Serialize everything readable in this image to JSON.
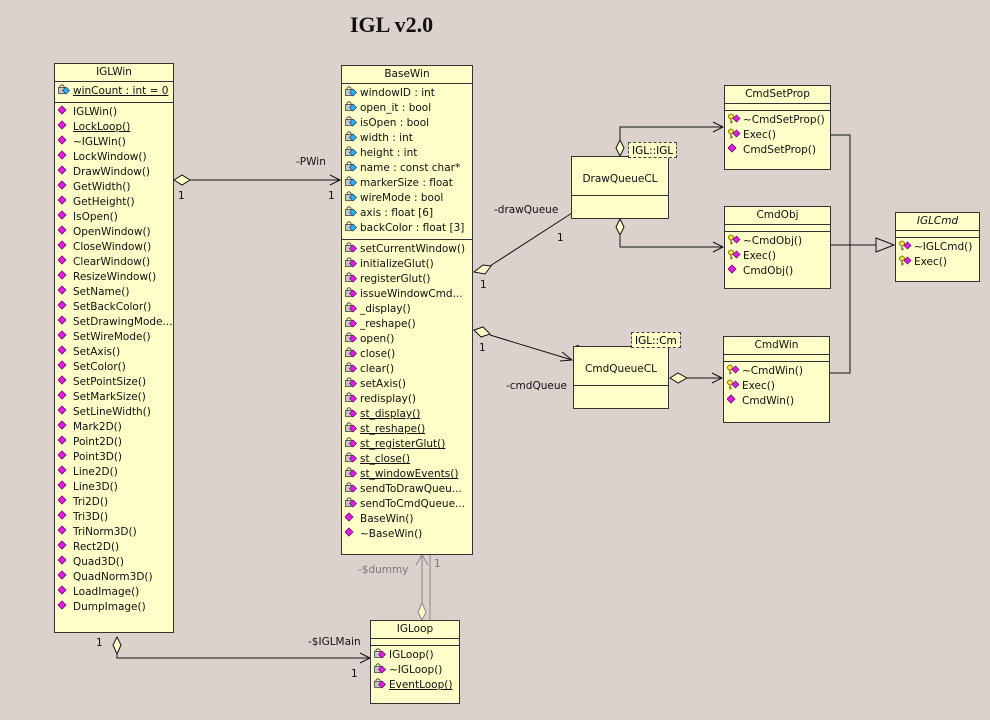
{
  "title": "IGL v2.0",
  "classes": {
    "iglwin": {
      "name": "IGLWin",
      "attributes": [
        {
          "text": "winCount : int = 0",
          "icon": "static",
          "underline": true
        }
      ],
      "methods": [
        {
          "text": "IGLWin()",
          "icon": "pub"
        },
        {
          "text": "LockLoop()",
          "icon": "pub",
          "underline": true
        },
        {
          "text": "~IGLWin()",
          "icon": "pub"
        },
        {
          "text": "LockWindow()",
          "icon": "pub"
        },
        {
          "text": "DrawWindow()",
          "icon": "pub"
        },
        {
          "text": "GetWidth()",
          "icon": "pub"
        },
        {
          "text": "GetHeight()",
          "icon": "pub"
        },
        {
          "text": "IsOpen()",
          "icon": "pub"
        },
        {
          "text": "OpenWindow()",
          "icon": "pub"
        },
        {
          "text": "CloseWindow()",
          "icon": "pub"
        },
        {
          "text": "ClearWindow()",
          "icon": "pub"
        },
        {
          "text": "ResizeWindow()",
          "icon": "pub"
        },
        {
          "text": "SetName()",
          "icon": "pub"
        },
        {
          "text": "SetBackColor()",
          "icon": "pub"
        },
        {
          "text": "SetDrawingMode...",
          "icon": "pub"
        },
        {
          "text": "SetWireMode()",
          "icon": "pub"
        },
        {
          "text": "SetAxis()",
          "icon": "pub"
        },
        {
          "text": "SetColor()",
          "icon": "pub"
        },
        {
          "text": "SetPointSize()",
          "icon": "pub"
        },
        {
          "text": "SetMarkSize()",
          "icon": "pub"
        },
        {
          "text": "SetLineWidth()",
          "icon": "pub"
        },
        {
          "text": "Mark2D()",
          "icon": "pub"
        },
        {
          "text": "Point2D()",
          "icon": "pub"
        },
        {
          "text": "Point3D()",
          "icon": "pub"
        },
        {
          "text": "Line2D()",
          "icon": "pub"
        },
        {
          "text": "Line3D()",
          "icon": "pub"
        },
        {
          "text": "Tri2D()",
          "icon": "pub"
        },
        {
          "text": "Tri3D()",
          "icon": "pub"
        },
        {
          "text": "TriNorm3D()",
          "icon": "pub"
        },
        {
          "text": "Rect2D()",
          "icon": "pub"
        },
        {
          "text": "Quad3D()",
          "icon": "pub"
        },
        {
          "text": "QuadNorm3D()",
          "icon": "pub"
        },
        {
          "text": "LoadImage()",
          "icon": "pub"
        },
        {
          "text": "DumpImage()",
          "icon": "pub"
        }
      ]
    },
    "basewin": {
      "name": "BaseWin",
      "attributes": [
        {
          "text": "windowID : int",
          "icon": "priv-attr"
        },
        {
          "text": "open_it : bool",
          "icon": "priv-attr"
        },
        {
          "text": "isOpen : bool",
          "icon": "priv-attr"
        },
        {
          "text": "width : int",
          "icon": "priv-attr"
        },
        {
          "text": "height : int",
          "icon": "priv-attr"
        },
        {
          "text": "name : const char*",
          "icon": "priv-attr"
        },
        {
          "text": "markerSize : float",
          "icon": "priv-attr"
        },
        {
          "text": "wireMode : bool",
          "icon": "priv-attr"
        },
        {
          "text": "axis : float [6]",
          "icon": "priv-attr"
        },
        {
          "text": "backColor : float [3]",
          "icon": "priv-attr"
        }
      ],
      "methods": [
        {
          "text": "setCurrentWindow()",
          "icon": "priv"
        },
        {
          "text": "initializeGlut()",
          "icon": "priv"
        },
        {
          "text": "registerGlut()",
          "icon": "priv"
        },
        {
          "text": "issueWindowCmd...",
          "icon": "priv"
        },
        {
          "text": "_display()",
          "icon": "priv"
        },
        {
          "text": "_reshape()",
          "icon": "priv"
        },
        {
          "text": "open()",
          "icon": "priv"
        },
        {
          "text": "close()",
          "icon": "priv"
        },
        {
          "text": "clear()",
          "icon": "priv"
        },
        {
          "text": "setAxis()",
          "icon": "priv"
        },
        {
          "text": "redisplay()",
          "icon": "priv"
        },
        {
          "text": "st_display()",
          "icon": "priv",
          "underline": true
        },
        {
          "text": "st_reshape()",
          "icon": "priv",
          "underline": true
        },
        {
          "text": "st_registerGlut()",
          "icon": "priv",
          "underline": true
        },
        {
          "text": "st_close()",
          "icon": "priv",
          "underline": true
        },
        {
          "text": "st_windowEvents()",
          "icon": "priv",
          "underline": true
        },
        {
          "text": "sendToDrawQueu...",
          "icon": "priv"
        },
        {
          "text": "sendToCmdQueue...",
          "icon": "priv"
        },
        {
          "text": "BaseWin()",
          "icon": "pub"
        },
        {
          "text": "~BaseWin()",
          "icon": "pub"
        }
      ]
    },
    "iglloop": {
      "name": "IGLoop",
      "methods": [
        {
          "text": "IGLoop()",
          "icon": "priv"
        },
        {
          "text": "~IGLoop()",
          "icon": "priv"
        },
        {
          "text": "EventLoop()",
          "icon": "priv",
          "underline": true
        }
      ]
    },
    "drawqueuecl": {
      "name": "DrawQueueCL",
      "template": "IGL::IGL"
    },
    "cmdqueuecl": {
      "name": "CmdQueueCL",
      "template": "IGL::Cm"
    },
    "cmdsetprop": {
      "name": "CmdSetProp",
      "methods": [
        {
          "text": "~CmdSetProp()",
          "icon": "key"
        },
        {
          "text": "Exec()",
          "icon": "key"
        },
        {
          "text": "CmdSetProp()",
          "icon": "pub"
        }
      ]
    },
    "cmdobj": {
      "name": "CmdObj",
      "methods": [
        {
          "text": "~CmdObj()",
          "icon": "key"
        },
        {
          "text": "Exec()",
          "icon": "key"
        },
        {
          "text": "CmdObj()",
          "icon": "pub"
        }
      ]
    },
    "cmdwin": {
      "name": "CmdWin",
      "methods": [
        {
          "text": "~CmdWin()",
          "icon": "key"
        },
        {
          "text": "Exec()",
          "icon": "key"
        },
        {
          "text": "CmdWin()",
          "icon": "pub"
        }
      ]
    },
    "iglcmd": {
      "name": "IGLCmd",
      "italic": true,
      "methods": [
        {
          "text": "~IGLCmd()",
          "icon": "key"
        },
        {
          "text": "Exec()",
          "icon": "key"
        }
      ]
    }
  },
  "labels": {
    "pwin": "-PWin",
    "pwin_src_mult": "1",
    "pwin_dst_mult": "1",
    "draw_queue": "-drawQueue",
    "draw_queue_mult_a": "1",
    "draw_queue_mult_b": "1",
    "cmd_queue": "-cmdQueue",
    "cmd_queue_mult_a": "1",
    "cmd_queue_mult_b": "1",
    "dummy": "-$dummy",
    "dummy_mult": "1",
    "iglmain": "-$IGLMain",
    "iglmain_src_mult": "1",
    "iglmain_dst_mult": "1"
  }
}
